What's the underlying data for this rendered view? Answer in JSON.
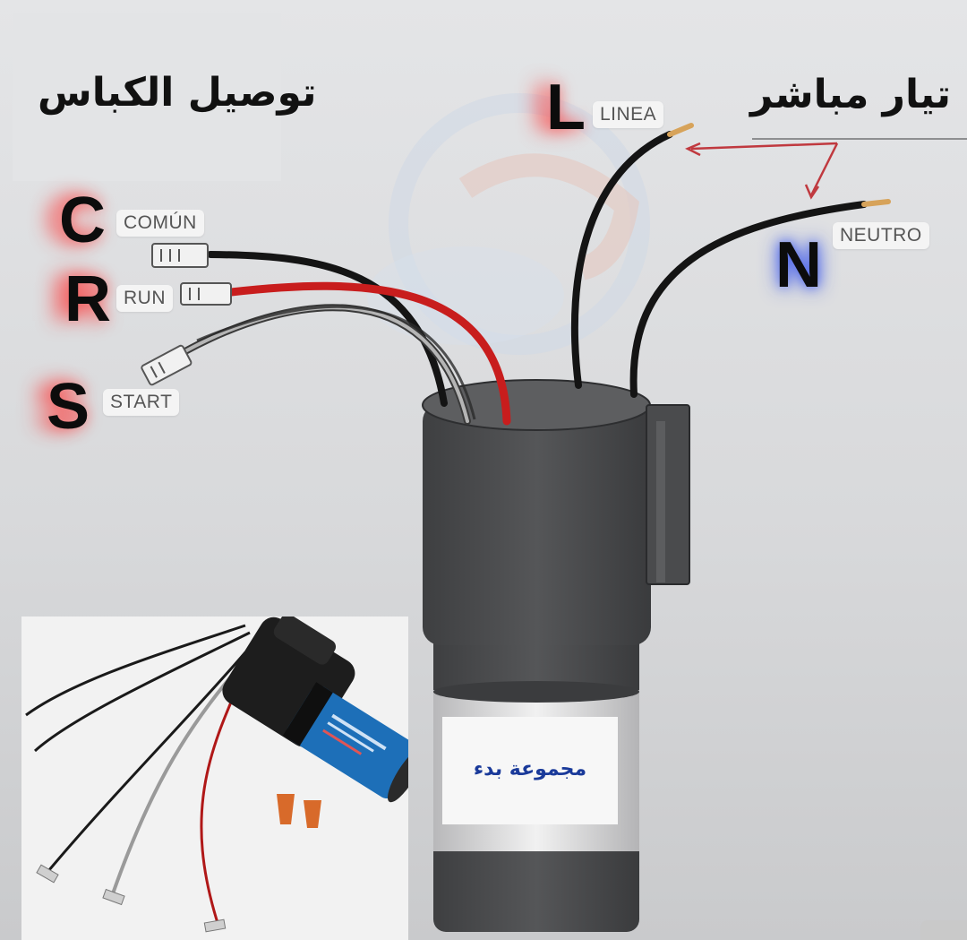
{
  "headings": {
    "capacitor_connection": "توصيل الكباس",
    "direct_current": "تيار مباشر"
  },
  "terminals": {
    "c": {
      "letter": "C",
      "label": "COMÚN"
    },
    "r": {
      "letter": "R",
      "label": "RUN"
    },
    "s": {
      "letter": "S",
      "label": "START"
    }
  },
  "supply": {
    "l": {
      "letter": "L",
      "label": "LINEA"
    },
    "n": {
      "letter": "N",
      "label": "NEUTRO"
    }
  },
  "start_kit_label": "مجموعة بدء",
  "colors": {
    "wire_black": "#141414",
    "wire_red": "#c81d1d",
    "wire_gray": "#8e8e8e",
    "capacitor_body": "#4c4d4f",
    "arrow": "#c0393f",
    "label_text": "#1a3a9a"
  }
}
